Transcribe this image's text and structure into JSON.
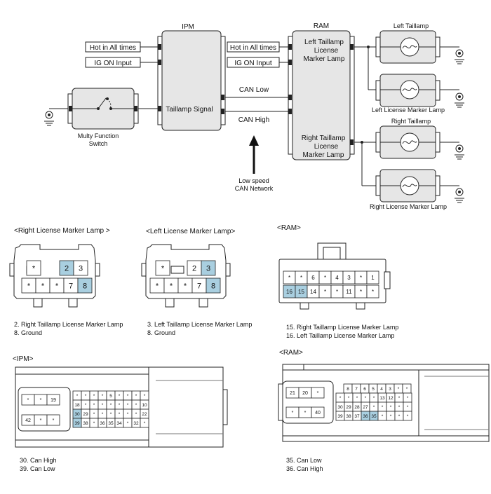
{
  "wiring": {
    "ipm_title": "IPM",
    "ram_title": "RAM",
    "hot_label_left": "Hot in All times",
    "ig_label_left": "IG ON Input",
    "hot_label_right": "Hot in All times",
    "ig_label_right": "IG ON Input",
    "ipm_signal": "Taillamp Signal",
    "can_low": "CAN Low",
    "can_high": "CAN High",
    "ram_left_lines": [
      "Left Taillamp",
      "License",
      "Marker Lamp"
    ],
    "ram_right_lines": [
      "Right Taillamp",
      "License",
      "Marker Lamp"
    ],
    "lamp_left_taillamp": "Left Taillamp",
    "lamp_left_license": "Left License Marker Lamp",
    "lamp_right_taillamp": "Right Taillamp",
    "lamp_right_license": "Right License Marker Lamp",
    "switch_lines": [
      "Multy Function",
      "Switch"
    ],
    "can_network_lines": [
      "Low speed",
      "CAN Network"
    ]
  },
  "connectors": {
    "right_license": {
      "title": "<Right License Marker Lamp >",
      "top_pins": [
        "*",
        "2",
        "3"
      ],
      "bottom_pins": [
        "*",
        "*",
        "*",
        "7",
        "8"
      ],
      "legend": [
        "2. Right Taillamp License Marker Lamp",
        "8. Ground"
      ]
    },
    "left_license": {
      "title": "<Left License Marker Lamp>",
      "top_pins": [
        "*",
        "2",
        "3"
      ],
      "bottom_pins": [
        "*",
        "*",
        "*",
        "7",
        "8"
      ],
      "legend": [
        "3. Left Taillamp License Marker Lamp",
        "8. Ground"
      ]
    },
    "ram_small": {
      "title": "<RAM>",
      "top_pins": [
        "*",
        "*",
        "6",
        "*",
        "4",
        "3",
        "*",
        "1"
      ],
      "bottom_pins": [
        "16",
        "15",
        "14",
        "*",
        "*",
        "11",
        "*",
        "*"
      ],
      "legend": [
        "15. Right Taillamp License Marker Lamp",
        "16. Left Taillamp License Marker Lamp"
      ]
    },
    "ipm": {
      "title": "<IPM>",
      "small_top": [
        "*",
        "*",
        "19"
      ],
      "small_bottom": [
        "42",
        "*",
        "*"
      ],
      "grid": [
        [
          "*",
          "*",
          "*",
          "*",
          "5",
          "*",
          "*",
          "*",
          "*"
        ],
        [
          "18",
          "*",
          "*",
          "*",
          "*",
          "*",
          "*",
          "*",
          "10"
        ],
        [
          "30",
          "29",
          "*",
          "*",
          "*",
          "*",
          "*",
          "*",
          "22"
        ],
        [
          "39",
          "38",
          "*",
          "36",
          "35",
          "34",
          "*",
          "32",
          "*"
        ]
      ],
      "legend": [
        "30. Can High",
        "39. Can Low"
      ]
    },
    "ram_large": {
      "title": "<RAM>",
      "small_top": [
        "21",
        "20",
        "*"
      ],
      "small_bottom": [
        "*",
        "*",
        "40"
      ],
      "grid": [
        [
          "8",
          "7",
          "6",
          "5",
          "4",
          "3",
          "*",
          "*"
        ],
        [
          "*",
          "*",
          "*",
          "*",
          "*",
          "13",
          "12",
          "*",
          "*"
        ],
        [
          "30",
          "29",
          "28",
          "27",
          "*",
          "*",
          "*",
          "*",
          "*"
        ],
        [
          "39",
          "38",
          "37",
          "36",
          "35",
          "*",
          "*",
          "*",
          "*"
        ]
      ],
      "legend": [
        "35. Can Low",
        "36. Can High"
      ]
    }
  },
  "colors": {
    "highlight": "#a9cfe0",
    "box_fill": "#e6e6e6",
    "line": "#222222"
  }
}
